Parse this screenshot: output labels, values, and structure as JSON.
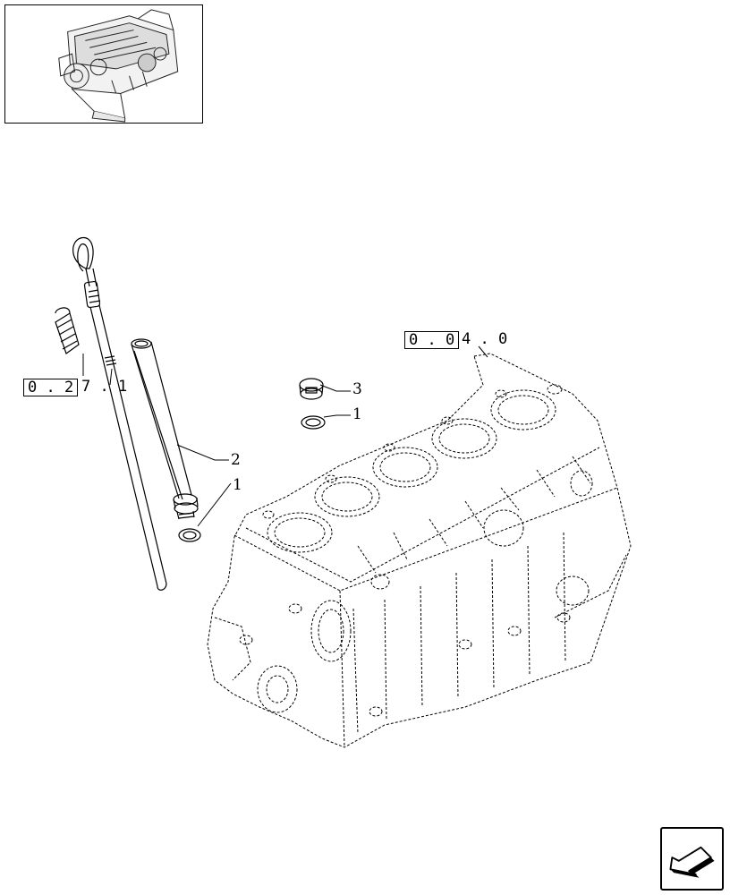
{
  "references": {
    "block": {
      "boxed": "0 . 0",
      "tail": "4 . 0"
    },
    "dipstick": {
      "boxed": "0 . 2",
      "tail": "7 . 1"
    }
  },
  "callouts": {
    "plug": "3",
    "plug_washer": "1",
    "tube": "2",
    "tube_washer": "1"
  },
  "icons": {
    "thumbnail": "engine-thumbnail-icon",
    "navigation": "next-page-arrow-icon"
  }
}
